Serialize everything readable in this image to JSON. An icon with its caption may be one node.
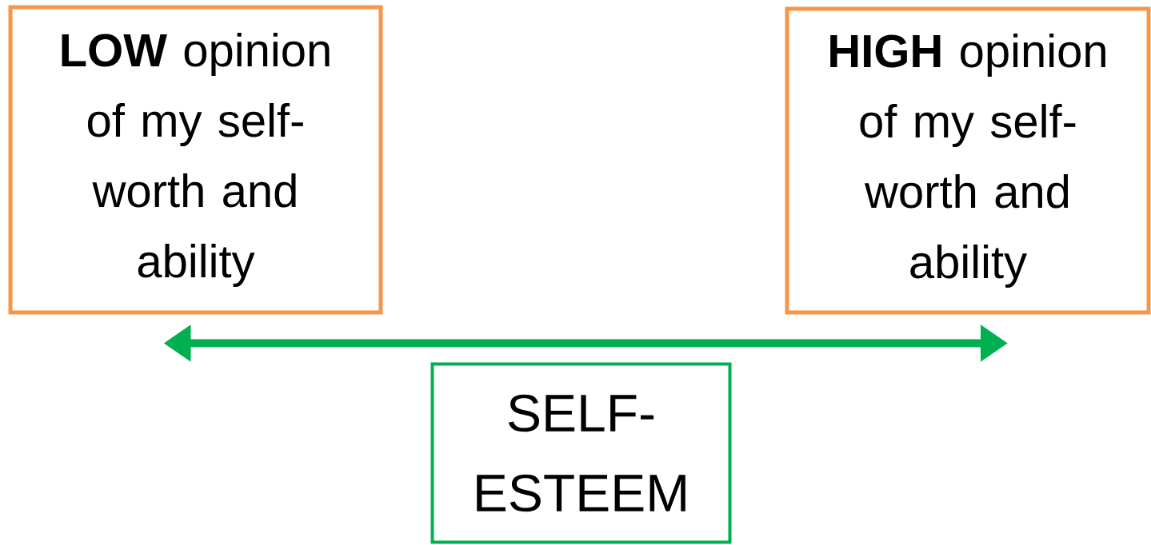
{
  "diagram": {
    "nodes": [
      {
        "text": [
          "**LOW** opinion of my self-worth and ability"
        ]
      },
      {
        "text": [
          "**HIGH** opinion of my self-worth and ability"
        ]
      },
      {
        "text": [
          "SELF-ESTEEM"
        ]
      }
    ],
    "edges": [
      {
        "from": 0,
        "to": 1,
        "arrow": "both",
        "color": "#00b050"
      }
    ]
  }
}
